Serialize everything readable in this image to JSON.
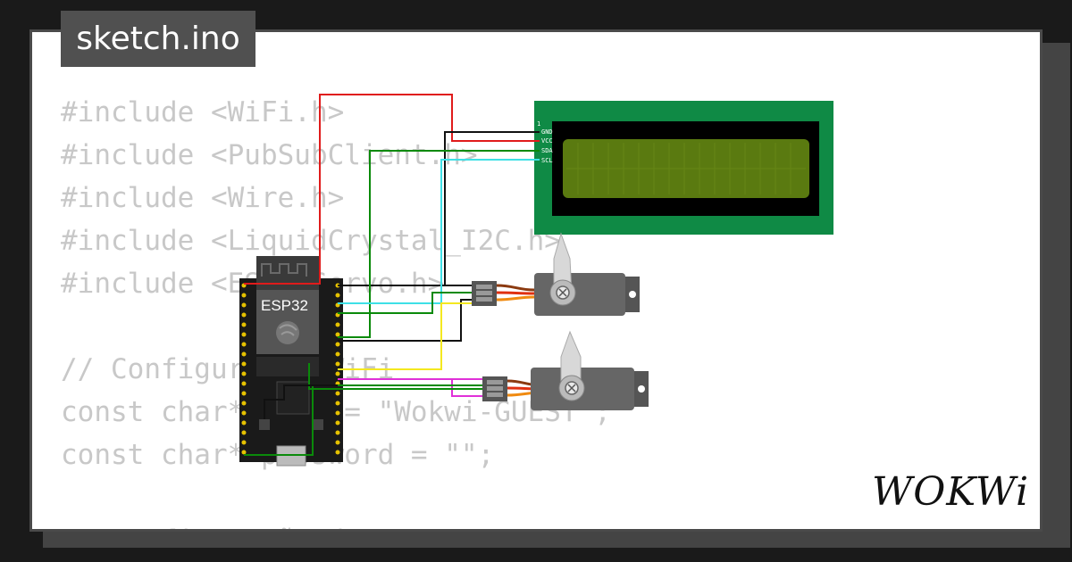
{
  "file_tab": {
    "label": "sketch.ino"
  },
  "code_lines": [
    "#include <WiFi.h>",
    "#include <PubSubClient.h>",
    "#include <Wire.h>",
    "#include <LiquidCrystal_I2C.h>",
    "#include <ESP32Servo.h>",
    "",
    "// Configuração WiFi",
    "const char* ssid = \"Wokwi-GUEST\";",
    "const char* password = \"\";",
    "",
    "// Configuração do MQTT"
  ],
  "esp32": {
    "label": "ESP32"
  },
  "lcd": {
    "pins": [
      "1",
      "GND",
      "VCC",
      "SDA",
      "SCL"
    ]
  },
  "brand": {
    "name": "WOKWi"
  },
  "colors": {
    "wire_red": "#e01b1b",
    "wire_black": "#111111",
    "wire_green": "#0a8a0a",
    "wire_cyan": "#3ee0e6",
    "wire_yellow": "#f4e820",
    "wire_magenta": "#e030d8",
    "lcd_board": "#0f8a45",
    "lcd_screen": "#5a7a10"
  }
}
